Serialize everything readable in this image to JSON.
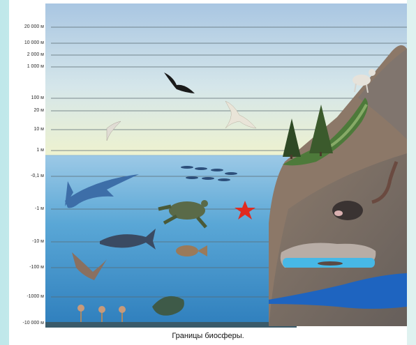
{
  "diagram": {
    "caption": "Границы биосферы.",
    "altitude_labels": [
      "20 000 м",
      "10 000 м",
      "2 000 м",
      "1 000 м",
      "100 м",
      "20 м",
      "10 м",
      "1 м"
    ],
    "depth_labels": [
      "-0,1 м",
      "-1 м",
      "-10 м",
      "-100 м",
      "-1000 м",
      "-10 000 м"
    ],
    "colors": {
      "sky": "#c8dcec",
      "water": "#4f9fd0",
      "mountain": "#6f6b68",
      "soil": "#8c7868",
      "groundwater": "#1e64c0"
    },
    "icons": [
      "eagle-icon",
      "heron-icon",
      "gull-icon",
      "goat-icon",
      "tree-icon",
      "shark-icon",
      "fish-school-icon",
      "turtle-icon",
      "starfish-icon",
      "tuna-icon",
      "flatfish-icon",
      "squid-icon",
      "ray-icon",
      "sea-lily-icon",
      "earthworm-icon",
      "mole-icon",
      "cave-icon",
      "groundwater-icon"
    ]
  }
}
